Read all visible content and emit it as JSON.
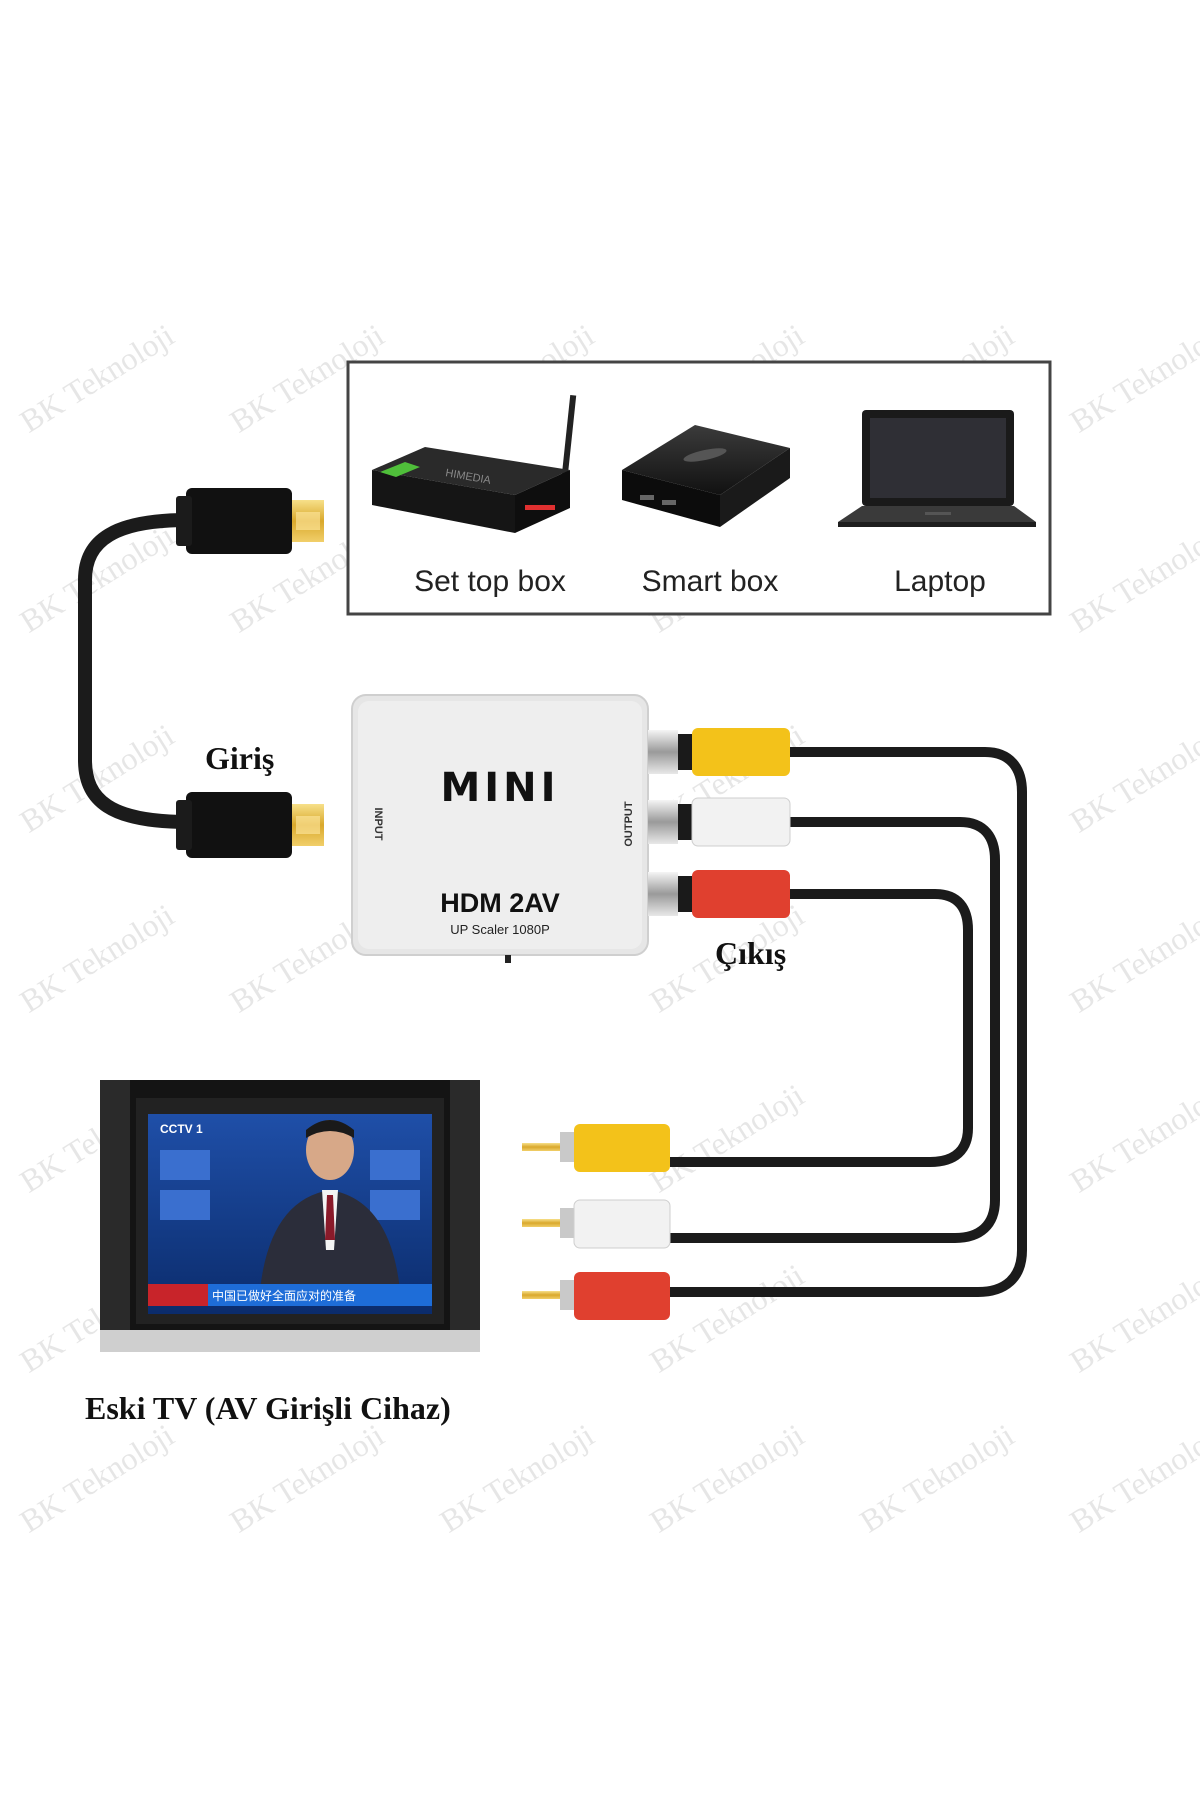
{
  "watermark": "BK Teknoloji",
  "devices": {
    "set_top_box": "Set top box",
    "smart_box": "Smart box",
    "laptop": "Laptop"
  },
  "converter": {
    "brand": "MINI",
    "input_label": "INPUT",
    "output_label": "OUTPUT",
    "model": "HDM 2AV",
    "subtitle": "UP Scaler 1080P"
  },
  "labels": {
    "input": "Giriş",
    "output": "Çıkış",
    "tv": "Eski TV (AV Girişli Cihaz)"
  },
  "tv_screen": {
    "channel": "CCTV 1",
    "ticker": "中国已做好全面应对的准备"
  },
  "colors": {
    "yellow": "#f3c21a",
    "white": "#f2f2f2",
    "red": "#e0402f",
    "cable": "#1b1b1b"
  }
}
